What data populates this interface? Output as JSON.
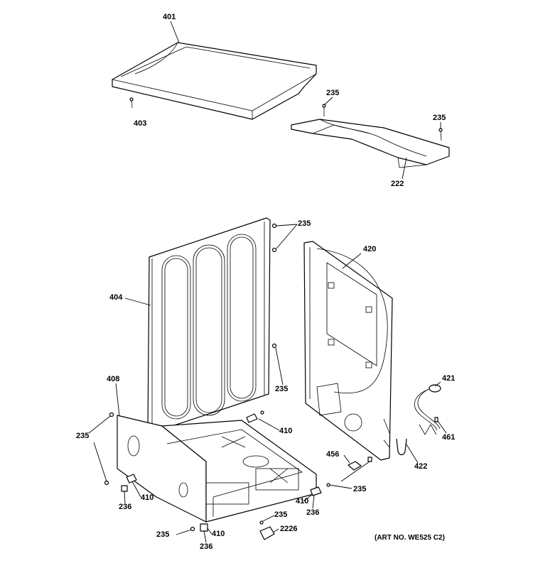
{
  "callouts": {
    "c401": "401",
    "c403": "403",
    "c235_topA": "235",
    "c235_topB": "235",
    "c222": "222",
    "c235_back": "235",
    "c420": "420",
    "c404": "404",
    "c235_mid": "235",
    "c408": "408",
    "c421": "421",
    "c235_left": "235",
    "c410_right": "410",
    "c461": "461",
    "c422": "422",
    "c456": "456",
    "c410_left": "410",
    "c236_left": "236",
    "c235_baseR": "235",
    "c410_mid": "410",
    "c236_mid": "236",
    "c235_small": "235",
    "c2226": "2226",
    "c235_bottom": "235",
    "c410_bottom": "410",
    "c236_bottom": "236"
  },
  "art_number": "(ART NO. WE525 C2)"
}
